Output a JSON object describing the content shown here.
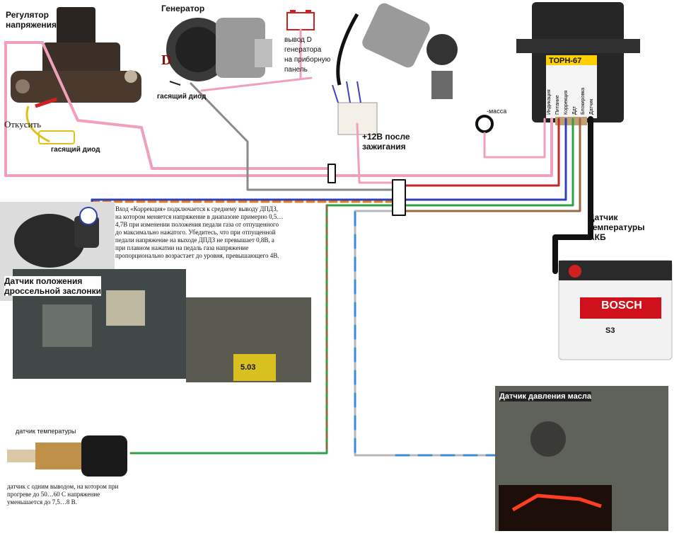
{
  "labels": {
    "regulator": "Регулятор\nнапряжения",
    "otkusit": "Откусить",
    "diode_left": "гасящий диод",
    "generator": "Генератор",
    "d_letter": "D",
    "diode_gen": "гасящий диод",
    "output_d": "вывод D\nгенератора\nна приборную\nпанель",
    "plus12": "+12В после\nзажигания",
    "massa": "-масса",
    "module_title": "ТОРН-67",
    "module_pins": [
      "Индикация",
      "Питание",
      "Коррекция",
      "Ддт",
      "Блокировка",
      "Датчик"
    ],
    "akb_sensor": "Датчик\nтемпературы\nАКБ",
    "throttle_sensor": "Датчик положения\nдроссельной заслонки",
    "correction_text": "Вход «Коррекция» подключается к среднему выводу ДПДЗ, на котором меняется напряжение в диапазоне примерно 0,5… 4,7В при изменении положения педали газа от отпущенного до максимально нажатого. Убедитесь, что при отпущенной педали напряжение на выходе ДПДЗ не превышает 0,8В, а при плавном нажатии на педаль газа напряжение пропорционально возрастает до уровня, превышающего 4В.",
    "temp_sensor_title": "датчик температуры",
    "temp_sensor_desc": "датчик с одним выводом, на котором при прогреве до 50…60 С напряжение уменьшается до 7,5…8 В.",
    "oil_sensor": "Датчик давления масла",
    "battery_brand": "BOSCH",
    "battery_model": "S3",
    "multimeter_reading": "5.03"
  },
  "colors": {
    "pink": "#f0a0b8",
    "gray": "#8a8a8a",
    "red": "#c0282e",
    "blue": "#3040b0",
    "green": "#2ea04a",
    "brown": "#9a6a48",
    "orange": "#e08020",
    "black": "#111111",
    "lightblue": "#3a8ad8"
  }
}
